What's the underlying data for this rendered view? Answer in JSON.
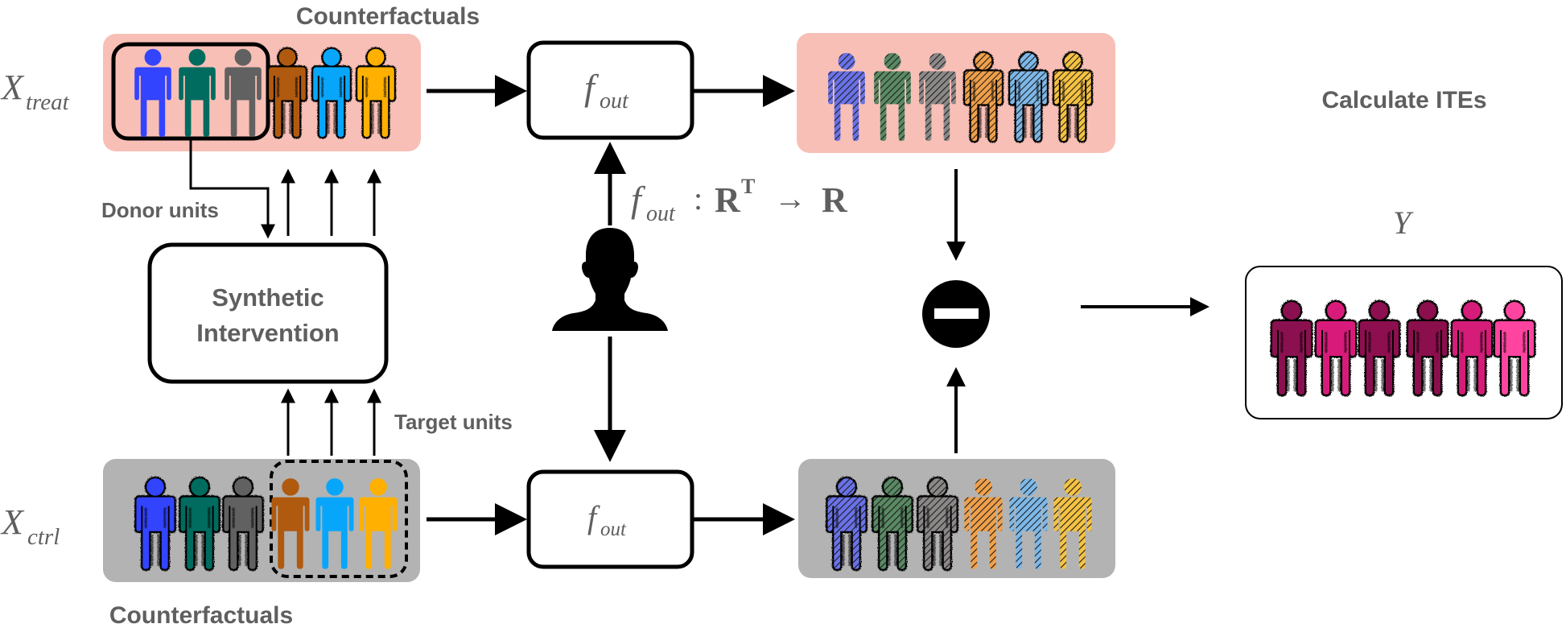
{
  "diagram": {
    "labels": {
      "counterfactuals_top": "Counterfactuals",
      "counterfactuals_bottom": "Counterfactuals",
      "x_treat_main": "X",
      "x_treat_sub": "treat",
      "x_ctrl_main": "X",
      "x_ctrl_sub": "ctrl",
      "donor_units": "Donor units",
      "target_units": "Target units",
      "synthetic_line1": "Synthetic",
      "synthetic_line2": "Intervention",
      "f_out_top_main": "f",
      "f_out_top_sub": "out",
      "f_out_bottom_main": "f",
      "f_out_bottom_sub": "out",
      "mapping_f": "f",
      "mapping_sub": "out",
      "mapping_colon": ":",
      "mapping_domain": "R",
      "mapping_sup": "T",
      "mapping_arrow": "→",
      "mapping_codomain": "R",
      "calculate_ites": "Calculate ITEs",
      "y_label": "Y"
    },
    "colors": {
      "treat_bg": "#f8bfb6",
      "ctrl_bg": "#b3b3b3",
      "text_grey": "#5f5f5f",
      "unit_colors": [
        "#3344ff",
        "#006b5f",
        "#616161",
        "#b05a10",
        "#08a6fa",
        "#ffb000"
      ],
      "hatched_unit_colors": [
        "#6a72e8",
        "#5a8a64",
        "#8c8888",
        "#f0a04a",
        "#7db8e8",
        "#f5c242"
      ],
      "ite_colors": [
        "#8b1050",
        "#d81b7a",
        "#8d0f4f",
        "#8a0f4c",
        "#d41c78",
        "#ff44a0"
      ]
    },
    "groups": {
      "x_treat": {
        "units": 6,
        "donor_units_highlighted": [
          1,
          2,
          3
        ],
        "observed": [
          1,
          2,
          3
        ],
        "counterfactual": [
          4,
          5,
          6
        ]
      },
      "x_ctrl": {
        "units": 6,
        "target_units_highlighted": [
          4,
          5,
          6
        ],
        "observed": [
          4,
          5,
          6
        ],
        "counterfactual": [
          1,
          2,
          3
        ]
      },
      "treat_output": {
        "units": 6,
        "style": "hatched"
      },
      "ctrl_output": {
        "units": 6,
        "style": "hatched"
      },
      "y": {
        "units": 6
      }
    },
    "icons": {
      "human_expert": "person-silhouette-icon",
      "subtract": "minus-circle-icon"
    }
  }
}
